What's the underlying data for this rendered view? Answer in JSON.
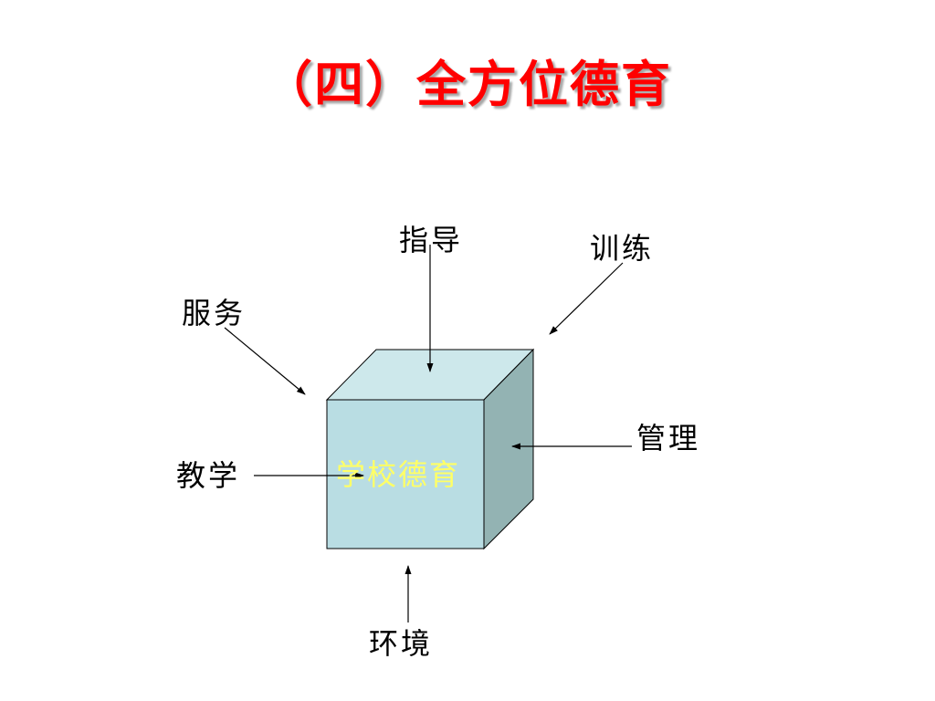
{
  "title": "（四）全方位德育",
  "diagram": {
    "center": "学校德育",
    "labels": {
      "top": "指导",
      "top_right": "训练",
      "top_left": "服务",
      "right": "管理",
      "left": "教学",
      "bottom": "环境"
    }
  },
  "colors": {
    "title": "#ff0000",
    "cube_front": "#b9dde3",
    "cube_top": "#cde8eb",
    "cube_side": "#93b3b3",
    "center_text": "#ffff66"
  }
}
